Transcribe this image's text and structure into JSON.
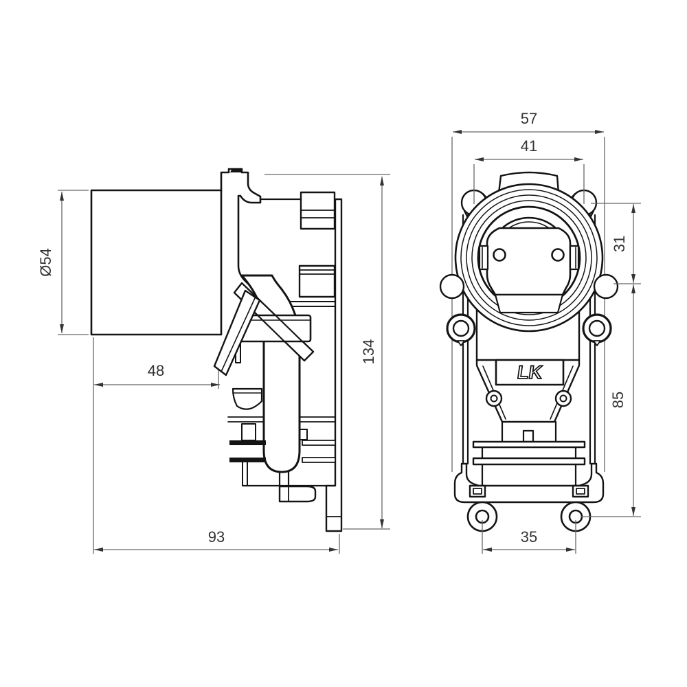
{
  "drawing": {
    "type": "technical-drawing",
    "logo": "LK",
    "colors": {
      "background": "#ffffff",
      "outline": "#141414",
      "dimension_lines": "#666666",
      "dimension_text": "#333333"
    },
    "side_view": {
      "dimensions": {
        "diameter": "Ø54",
        "socket_depth": "48",
        "overall_depth": "93",
        "overall_height": "134"
      }
    },
    "front_view": {
      "dimensions": {
        "overall_width": "57",
        "upper_hole_spacing": "41",
        "upper_hole_offset": "31",
        "mounting_height": "85",
        "lower_hole_spacing": "35"
      }
    }
  }
}
